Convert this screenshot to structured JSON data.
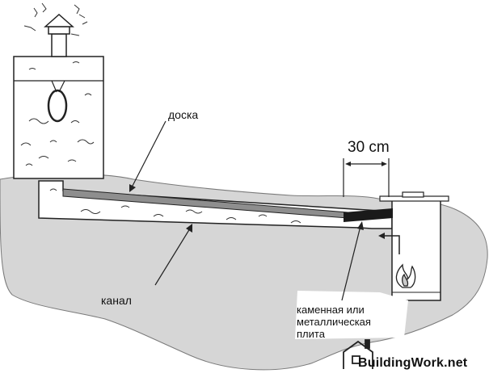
{
  "labels": {
    "board": "доска",
    "channel": "канал",
    "plate": [
      "каменная или",
      "металлическая",
      "плита"
    ],
    "distance": "30 cm"
  },
  "watermark": {
    "text": "BuildingWork.net",
    "icon": "house-icon"
  },
  "colors": {
    "ground": "#d6d6d6",
    "ink": "#111111",
    "board": "#8e8e8e",
    "plate": "#1a1a1a",
    "fill": "#ffffff"
  }
}
